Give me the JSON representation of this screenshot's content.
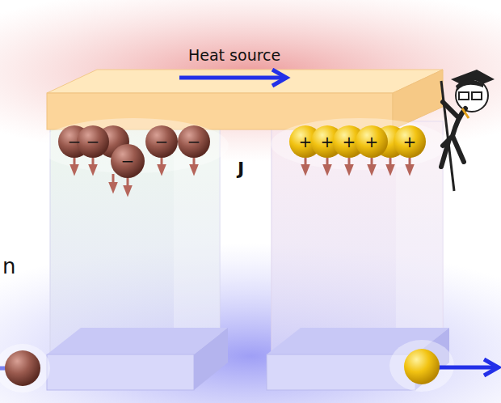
{
  "diagram": {
    "labels": [
      "Heat source",
      "J",
      "n",
      "−",
      "−",
      "−",
      "−",
      "−",
      "+",
      "+",
      "+",
      "+",
      "+"
    ]
  }
}
